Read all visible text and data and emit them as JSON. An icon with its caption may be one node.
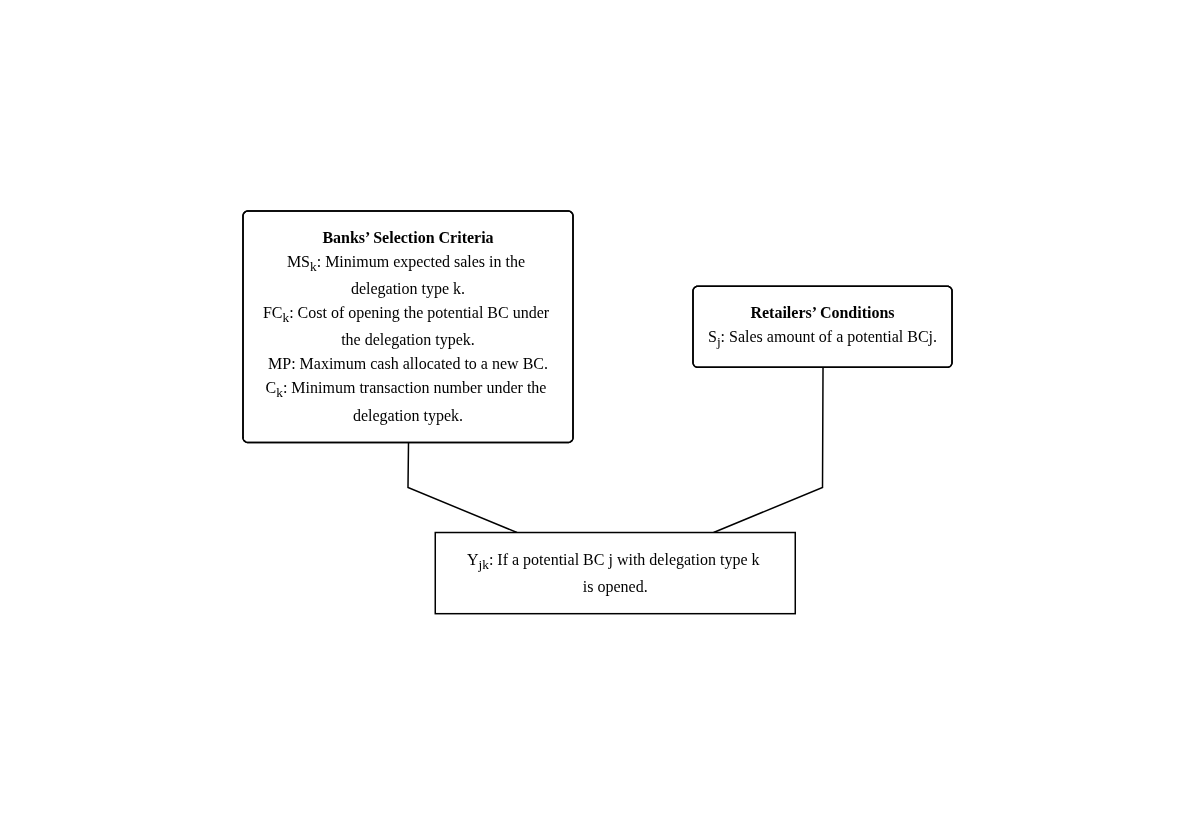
{
  "diagram": {
    "nodes": [
      {
        "text": [
          "Banks’ Selection Criteria",
          "MS$_{k}$: Minimum expected sales in the delegation type k.",
          "FC$_{k}$: Cost of opening the potential BC under the delegation typek.",
          "MP: Maximum cash allocated to a new BC.",
          "C$_{k}$: Minimum transaction number under the delegation typek."
        ]
      },
      {
        "text": [
          "Retailers’ Conditions",
          "S$_{j}$: Sales amount of a potential BCj."
        ]
      },
      {
        "text": [
          "Y$_{jk}$: If a potential BC j with delegation type k is opened."
        ]
      }
    ],
    "edges": [
      {
        "from": 0,
        "to": 2,
        "arrow": "none"
      },
      {
        "from": 1,
        "to": 2,
        "arrow": "none"
      }
    ]
  }
}
